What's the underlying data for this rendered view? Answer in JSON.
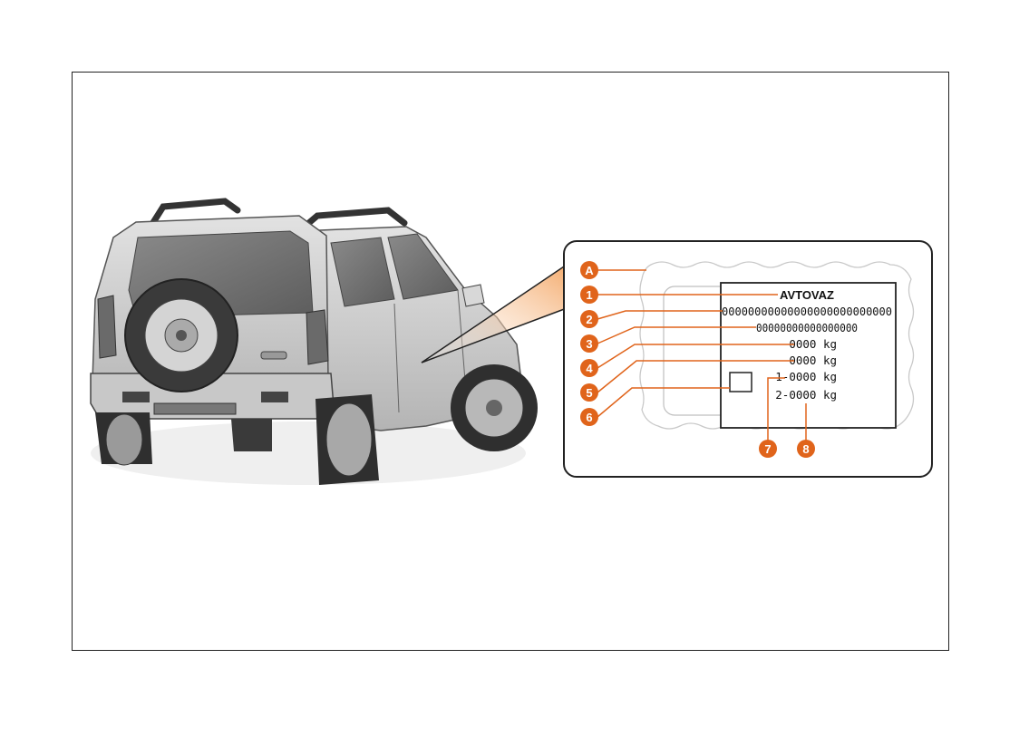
{
  "plate": {
    "manufacturer": "AVTOVAZ",
    "vin": "00000000000000000000000000",
    "approval_number": "00000000000000000",
    "gross_weight": "0000 kg",
    "train_weight": "0000 kg",
    "front_axle_load": "1-0000 kg",
    "rear_axle_load": "2-0000 kg"
  },
  "callouts": {
    "a": "A",
    "c1": "1",
    "c2": "2",
    "c3": "3",
    "c4": "4",
    "c5": "5",
    "c6": "6",
    "c7": "7",
    "c8": "8"
  },
  "colors": {
    "callout": "#e0641b",
    "car_body": "#cfcfcf",
    "car_dark": "#5a5a5a",
    "frame": "#222222"
  }
}
